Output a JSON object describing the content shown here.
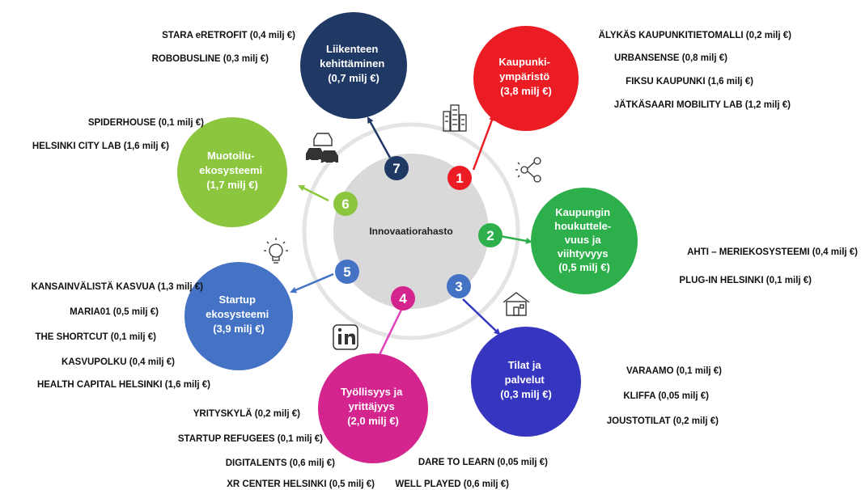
{
  "hub": "Innovaatiorahasto",
  "themes": [
    {
      "num": "1",
      "color": "#ec1c24",
      "lines": [
        "Kaupunki-",
        "ympäristö",
        "(3,8 milj €)"
      ],
      "projects": [
        "ÄLYKÄS KAUPUNKITIETOMALLI (0,2 milj €)",
        "URBANSENSE (0,8 milj €)",
        "FIKSU KAUPUNKI (1,6 milj €)",
        "JÄTKÄSAARI MOBILITY LAB (1,2 milj €)"
      ]
    },
    {
      "num": "2",
      "color": "#2db04b",
      "lines": [
        "Kaupungin",
        "houkuttele-",
        "vuus ja",
        "viihtyvyys",
        "(0,5 milj €)"
      ],
      "projects": [
        "AHTI – MERIEKOSYSTEEMI (0,4 milj €)",
        "PLUG-IN HELSINKI (0,1 milj €)"
      ]
    },
    {
      "num": "3",
      "color": "#3535c0",
      "lines": [
        "Tilat ja",
        "palvelut",
        "(0,3 milj €)"
      ],
      "projects": [
        "VARAAMO (0,1 milj €)",
        "KLIFFA (0,05 milj €)",
        "JOUSTOTILAT (0,2 milj €)"
      ]
    },
    {
      "num": "4",
      "color": "#d4258f",
      "lines": [
        "Työllisyys ja",
        "yrittäjyys",
        "(2,0 milj €)"
      ],
      "projects": [
        "YRITYSKYLÄ (0,2 milj €)",
        "STARTUP REFUGEES (0,1 milj €)",
        "DIGITALENTS (0,6 milj €)",
        "XR CENTER HELSINKI (0,5 milj €)",
        "DARE TO LEARN (0,05 milj €)",
        "WELL PLAYED (0,6 milj €)"
      ]
    },
    {
      "num": "5",
      "color": "#4472c4",
      "lines": [
        "Startup",
        "ekosysteemi",
        "(3,9 milj €)"
      ],
      "projects": [
        "KANSAINVÄLISTÄ KASVUA (1,3 milj €)",
        "MARIA01 (0,5 milj €)",
        "THE SHORTCUT (0,1 milj €)",
        "KASVUPOLKU (0,4 milj €)",
        "HEALTH CAPITAL HELSINKI (1,6 milj €)"
      ]
    },
    {
      "num": "6",
      "color": "#8cc63f",
      "lines": [
        "Muotoilu-",
        "ekosysteemi",
        "(1,7 milj €)"
      ],
      "projects": [
        "SPIDERHOUSE (0,1 milj €)",
        "HELSINKI CITY LAB (1,6 milj €)"
      ]
    },
    {
      "num": "7",
      "color": "#1f3864",
      "lines": [
        "Liikenteen",
        "kehittäminen",
        "(0,7 milj €)"
      ],
      "projects": [
        "STARA eRETROFIT (0,4 milj €)",
        "ROBOBUSLINE (0,3 milj €)"
      ]
    }
  ],
  "icons": [
    "city-buildings-icon",
    "share-network-icon",
    "house-icon",
    "linkedin-icon",
    "lightbulb-icon",
    "traffic-cars-icon"
  ]
}
